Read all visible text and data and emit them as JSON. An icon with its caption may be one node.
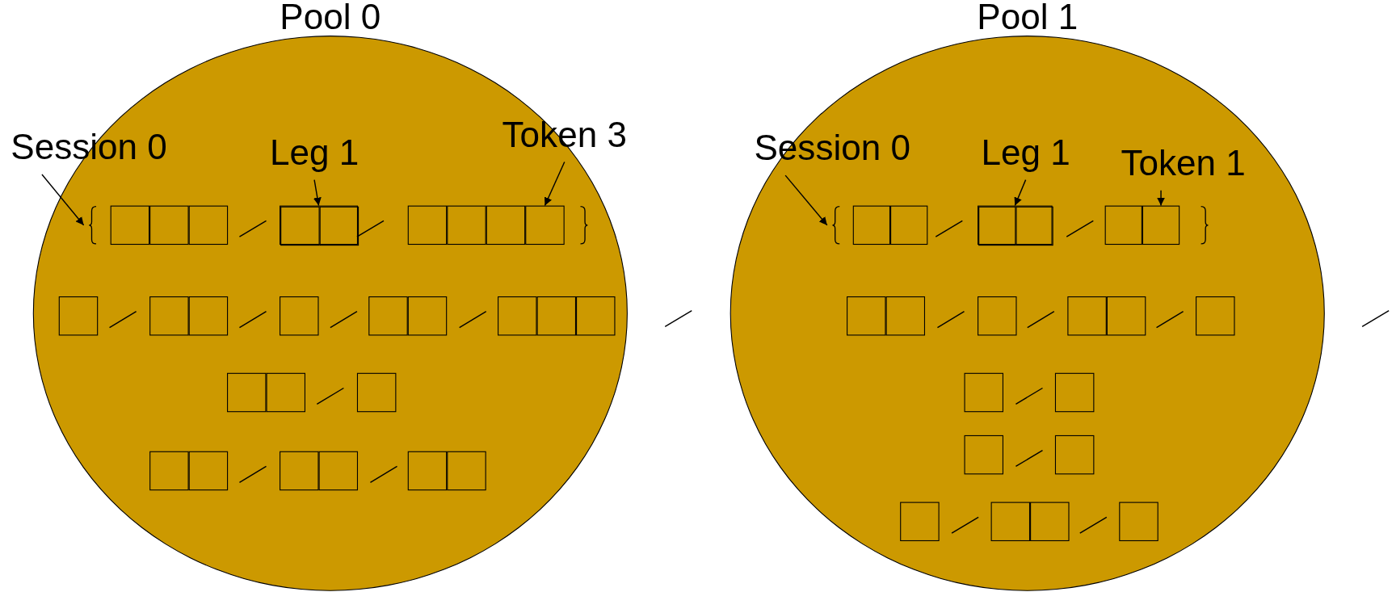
{
  "diagram": {
    "nodes": [
      {
        "text": [
          "Pool 0"
        ]
      },
      {
        "text": [
          "Session 0"
        ]
      },
      {
        "text": [
          "Leg 1"
        ],
        "in": 0
      },
      {
        "text": [
          "Token 3"
        ],
        "in": 0
      },
      {
        "text": [],
        "shape": "brace",
        "in": 0
      },
      {
        "text": [],
        "shape": "box",
        "in": 4
      },
      {
        "text": [],
        "shape": "box",
        "in": 4
      },
      {
        "text": [
          "Pool 1"
        ]
      },
      {
        "text": [
          "Session 0"
        ],
        "in": 7
      },
      {
        "text": [
          "Leg 1"
        ],
        "in": 7
      },
      {
        "text": [
          "Token 1"
        ],
        "in": 7
      },
      {
        "text": [],
        "shape": "brace",
        "in": 7
      },
      {
        "text": [],
        "shape": "box",
        "in": 11
      },
      {
        "text": [],
        "shape": "box",
        "in": 11
      },
      {
        "text": [],
        "shape": "box",
        "in": 4
      },
      {
        "text": [],
        "shape": "box",
        "in": 4
      },
      {
        "text": [],
        "shape": "box",
        "in": 4
      },
      {
        "text": [],
        "shape": "box",
        "in": 4
      },
      {
        "text": [],
        "shape": "box",
        "in": 4
      },
      {
        "text": [],
        "shape": "box",
        "in": 4
      },
      {
        "text": [],
        "shape": "box",
        "in": 5
      },
      {
        "text": [],
        "shape": "box",
        "in": 5
      },
      {
        "text": [],
        "shape": "box",
        "in": 0
      },
      {
        "text": [],
        "shape": "box",
        "in": 0
      },
      {
        "text": [],
        "shape": "box",
        "in": 0
      },
      {
        "text": [],
        "shape": "box",
        "in": 0
      },
      {
        "text": [],
        "shape": "box",
        "in": 0
      },
      {
        "text": [],
        "shape": "box",
        "in": 0
      },
      {
        "text": [],
        "shape": "box",
        "in": 0
      },
      {
        "text": [],
        "shape": "box",
        "in": 0
      },
      {
        "text": [],
        "shape": "box",
        "in": 0
      },
      {
        "text": [],
        "shape": "box",
        "in": 0
      },
      {
        "text": [],
        "shape": "box",
        "in": 0
      },
      {
        "text": [],
        "shape": "box",
        "in": 0
      },
      {
        "text": [],
        "shape": "box",
        "in": 0
      },
      {
        "text": [],
        "shape": "box",
        "in": 0
      },
      {
        "text": [],
        "shape": "box",
        "in": 0
      },
      {
        "text": [],
        "shape": "box",
        "in": 0
      },
      {
        "text": [],
        "shape": "box",
        "in": 0
      },
      {
        "text": [],
        "shape": "box",
        "in": 0
      },
      {
        "text": [],
        "shape": "box",
        "in": 11
      },
      {
        "text": [],
        "shape": "box",
        "in": 11
      },
      {
        "text": [],
        "shape": "box",
        "in": 11
      },
      {
        "text": [],
        "shape": "box",
        "in": 12
      },
      {
        "text": [],
        "shape": "box",
        "in": 12
      },
      {
        "text": [],
        "shape": "box",
        "in": 7
      },
      {
        "text": [],
        "shape": "box",
        "in": 7
      },
      {
        "text": [],
        "shape": "box",
        "in": 7
      },
      {
        "text": [],
        "shape": "box",
        "in": 7
      },
      {
        "text": [],
        "shape": "box",
        "in": 7
      },
      {
        "text": [],
        "shape": "box",
        "in": 7
      },
      {
        "text": [],
        "shape": "box",
        "in": 7
      },
      {
        "text": [],
        "shape": "box",
        "in": 7
      },
      {
        "text": [],
        "shape": "box",
        "in": 7
      },
      {
        "text": [],
        "shape": "box",
        "in": 7
      },
      {
        "text": [],
        "shape": "box",
        "in": 7
      },
      {
        "text": [],
        "shape": "box",
        "in": 7
      },
      {
        "text": [],
        "shape": "box",
        "in": 7
      },
      {
        "text": [],
        "shape": "box",
        "in": 7
      }
    ],
    "edges": [
      {
        "from": 1,
        "to": 4,
        "arrow": "to"
      },
      {
        "from": 2,
        "to": 5,
        "arrow": "to"
      },
      {
        "from": 3,
        "to": 19,
        "arrow": "to"
      },
      {
        "from": 8,
        "to": 11,
        "arrow": "to"
      },
      {
        "from": 9,
        "to": 12,
        "arrow": "to"
      },
      {
        "from": 10,
        "to": 42,
        "arrow": "to"
      }
    ]
  }
}
